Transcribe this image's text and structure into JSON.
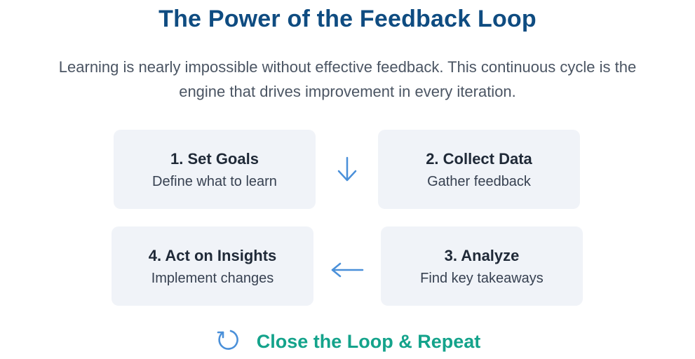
{
  "header": {
    "title": "The Power of the Feedback Loop",
    "subtitle_line1": "Learning is nearly impossible without effective feedback. This continuous cycle is the",
    "subtitle_line2": "engine that drives improvement in every iteration."
  },
  "steps": [
    {
      "title": "1. Set Goals",
      "description": "Define what to learn"
    },
    {
      "title": "2. Collect Data",
      "description": "Gather feedback"
    },
    {
      "title": "3. Analyze",
      "description": "Find key takeaways"
    },
    {
      "title": "4. Act on Insights",
      "description": "Implement changes"
    }
  ],
  "connectors": {
    "step1_to_step2": "arrow-down-icon",
    "step3_to_step4": "arrow-left-icon"
  },
  "footer": {
    "icon": "refresh-icon",
    "label": "Close the Loop & Repeat"
  },
  "colors": {
    "title": "#0f4c81",
    "accent": "#14a38b",
    "arrow": "#4a90d9",
    "card_background": "#f0f3f8"
  }
}
